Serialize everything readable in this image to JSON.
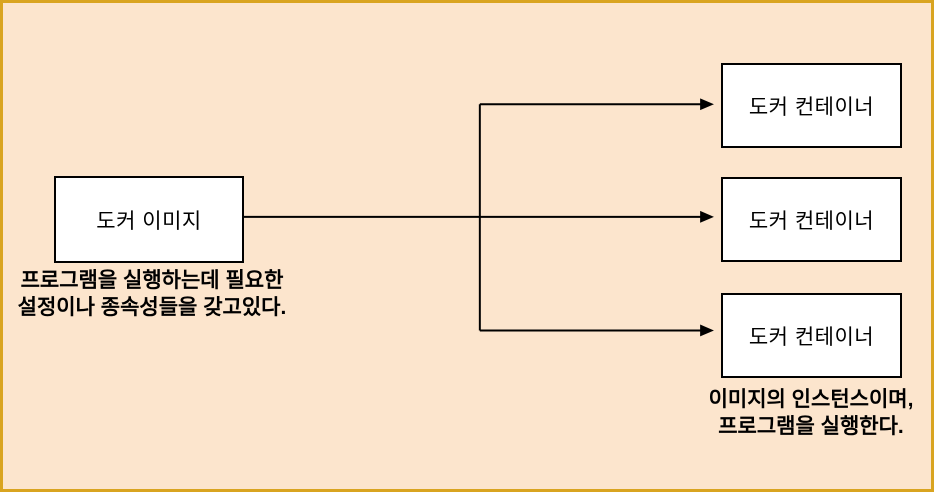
{
  "colors": {
    "background": "#FCE5CD",
    "frame_border": "#D9A420",
    "box_fill": "#FFFFFF",
    "box_border": "#000000",
    "connector": "#000000",
    "text": "#000000"
  },
  "diagram": {
    "image_box": {
      "label": "도커 이미지"
    },
    "container_boxes": [
      {
        "label": "도커 컨테이너"
      },
      {
        "label": "도커 컨테이너"
      },
      {
        "label": "도커 컨테이너"
      }
    ],
    "image_caption": {
      "line1": "프로그램을 실행하는데 필요한",
      "line2": "설정이나 종속성들을 갖고있다."
    },
    "container_caption": {
      "line1": "이미지의 인스턴스이며,",
      "line2": "프로그램을 실행한다."
    },
    "edges": [
      {
        "from": "도커 이미지",
        "to": "도커 컨테이너 1"
      },
      {
        "from": "도커 이미지",
        "to": "도커 컨테이너 2"
      },
      {
        "from": "도커 이미지",
        "to": "도커 컨테이너 3"
      }
    ]
  }
}
